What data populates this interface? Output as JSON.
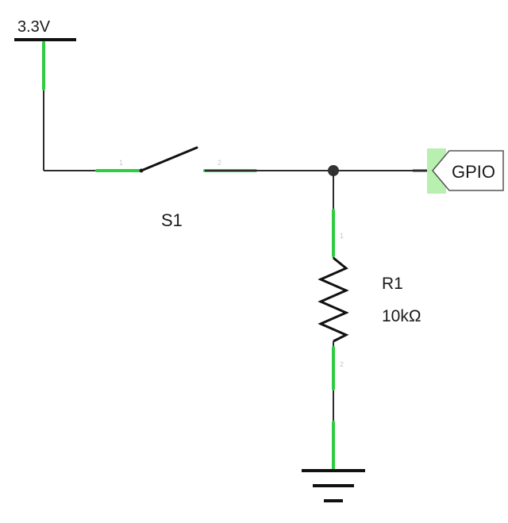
{
  "colors": {
    "wire": "#2b2b2b",
    "pin_highlight": "#2ecc40",
    "port_fill": "#b8f0b0",
    "junction": "#333333",
    "pin_number": "#c9c9c9"
  },
  "supply": {
    "label": "3.3V"
  },
  "switch": {
    "ref": "S1",
    "pin_1": "1",
    "pin_2": "2"
  },
  "resistor": {
    "ref": "R1",
    "value": "10kΩ",
    "pin_1": "1",
    "pin_2": "2"
  },
  "port": {
    "label": "GPIO"
  },
  "ground": {
    "icon": "ground-icon"
  }
}
